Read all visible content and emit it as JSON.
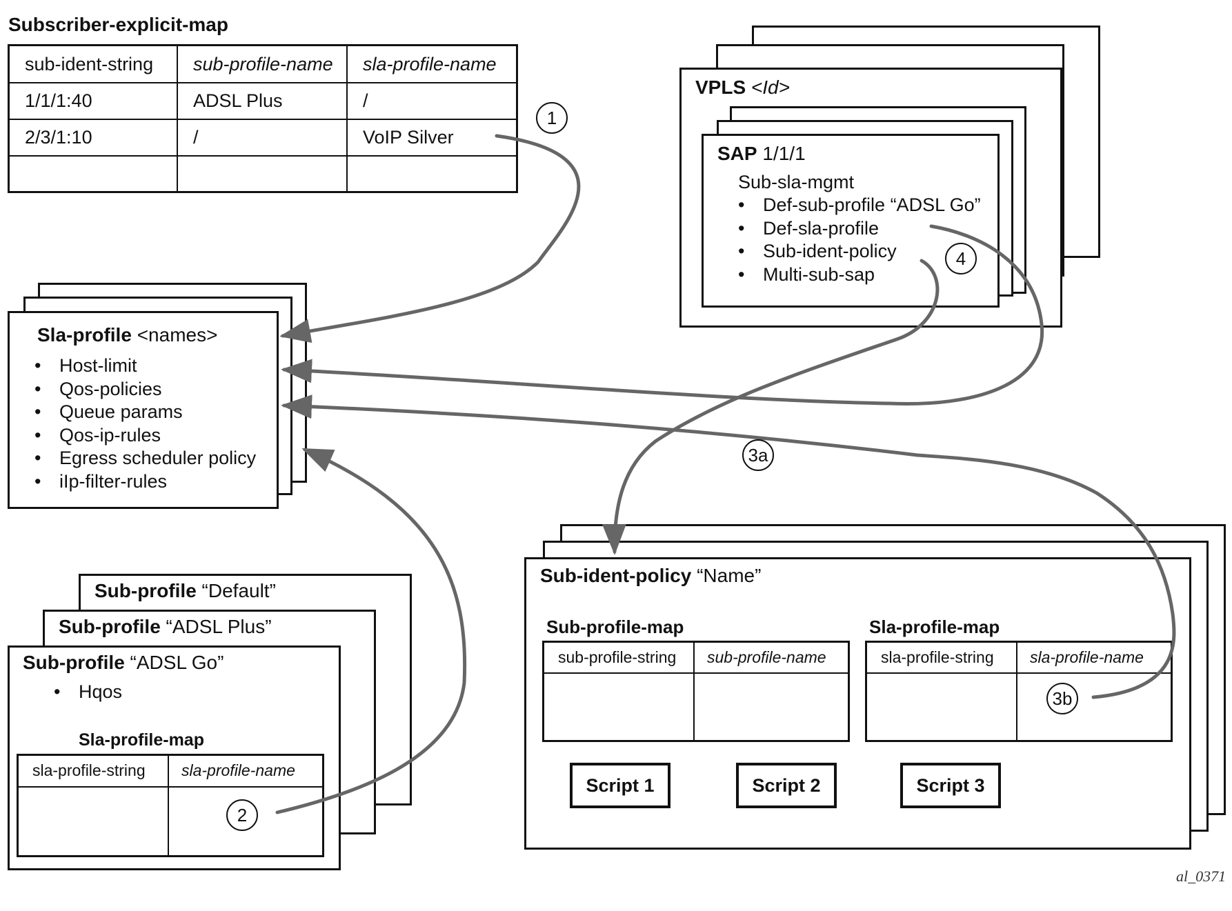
{
  "explicit_map": {
    "title": "Subscriber-explicit-map",
    "headers": [
      "sub-ident-string",
      "sub-profile-name",
      "sla-profile-name"
    ],
    "rows": [
      [
        "1/1/1:40",
        "ADSL Plus",
        "/"
      ],
      [
        "2/3/1:10",
        "/",
        "VoIP Silver"
      ],
      [
        "",
        "",
        ""
      ]
    ]
  },
  "vpls": {
    "title_bold": "VPLS",
    "title_rest": "<Id>",
    "sap": {
      "title_bold": "SAP",
      "title_rest": "1/1/1",
      "sub_heading": "Sub-sla-mgmt",
      "items": [
        "Def-sub-profile “ADSL Go”",
        "Def-sla-profile",
        "Sub-ident-policy",
        "Multi-sub-sap"
      ]
    }
  },
  "sla_profile": {
    "title_bold": "Sla-profile",
    "title_rest": "<names>",
    "items": [
      "Host-limit",
      "Qos-policies",
      "Queue params",
      "Qos-ip-rules",
      "Egress scheduler policy",
      "iIp-filter-rules"
    ]
  },
  "sub_profiles": {
    "back_title_bold": "Sub-profile",
    "back_title_rest": "“Default”",
    "mid_title_bold": "Sub-profile",
    "mid_title_rest": "“ADSL Plus”",
    "front_title_bold": "Sub-profile",
    "front_title_rest": "“ADSL Go”",
    "items": [
      "Hqos"
    ],
    "map_title": "Sla-profile-map",
    "map_headers": [
      "sla-profile-string",
      "sla-profile-name"
    ]
  },
  "sub_ident_policy": {
    "title_bold": "Sub-ident-policy",
    "title_rest": "“Name”",
    "sub_map_title": "Sub-profile-map",
    "sub_map_headers": [
      "sub-profile-string",
      "sub-profile-name"
    ],
    "sla_map_title": "Sla-profile-map",
    "sla_map_headers": [
      "sla-profile-string",
      "sla-profile-name"
    ],
    "scripts": [
      "Script 1",
      "Script 2",
      "Script 3"
    ]
  },
  "markers": {
    "m1": "1",
    "m2": "2",
    "m3a": "3a",
    "m3b": "3b",
    "m4": "4"
  },
  "reference": "al_0371"
}
